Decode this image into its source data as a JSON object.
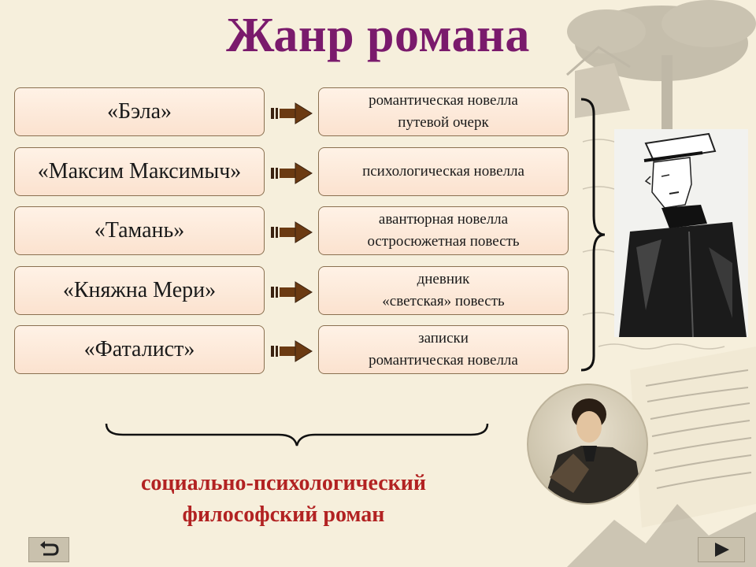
{
  "title": "Жанр романа",
  "rows": [
    {
      "story": "«Бэла»",
      "genres": [
        "романтическая новелла",
        "путевой очерк"
      ]
    },
    {
      "story": "«Максим Максимыч»",
      "genres": [
        "психологическая новелла"
      ]
    },
    {
      "story": "«Тамань»",
      "genres": [
        "авантюрная новелла",
        "остросюжетная повесть"
      ]
    },
    {
      "story": "«Княжна Мери»",
      "genres": [
        "дневник",
        "«светская» повесть"
      ]
    },
    {
      "story": "«Фаталист»",
      "genres": [
        "записки",
        "романтическая новелла"
      ]
    }
  ],
  "conclusion": {
    "line1": "социально-психологический",
    "line2": "философский роман"
  },
  "colors": {
    "title": "#7a1a6c",
    "conclusion": "#b22222",
    "arrow": "#6b3a12",
    "box": "#fbe2cf"
  },
  "icons": {
    "back": "return-arrow-icon",
    "next": "play-forward-icon"
  }
}
